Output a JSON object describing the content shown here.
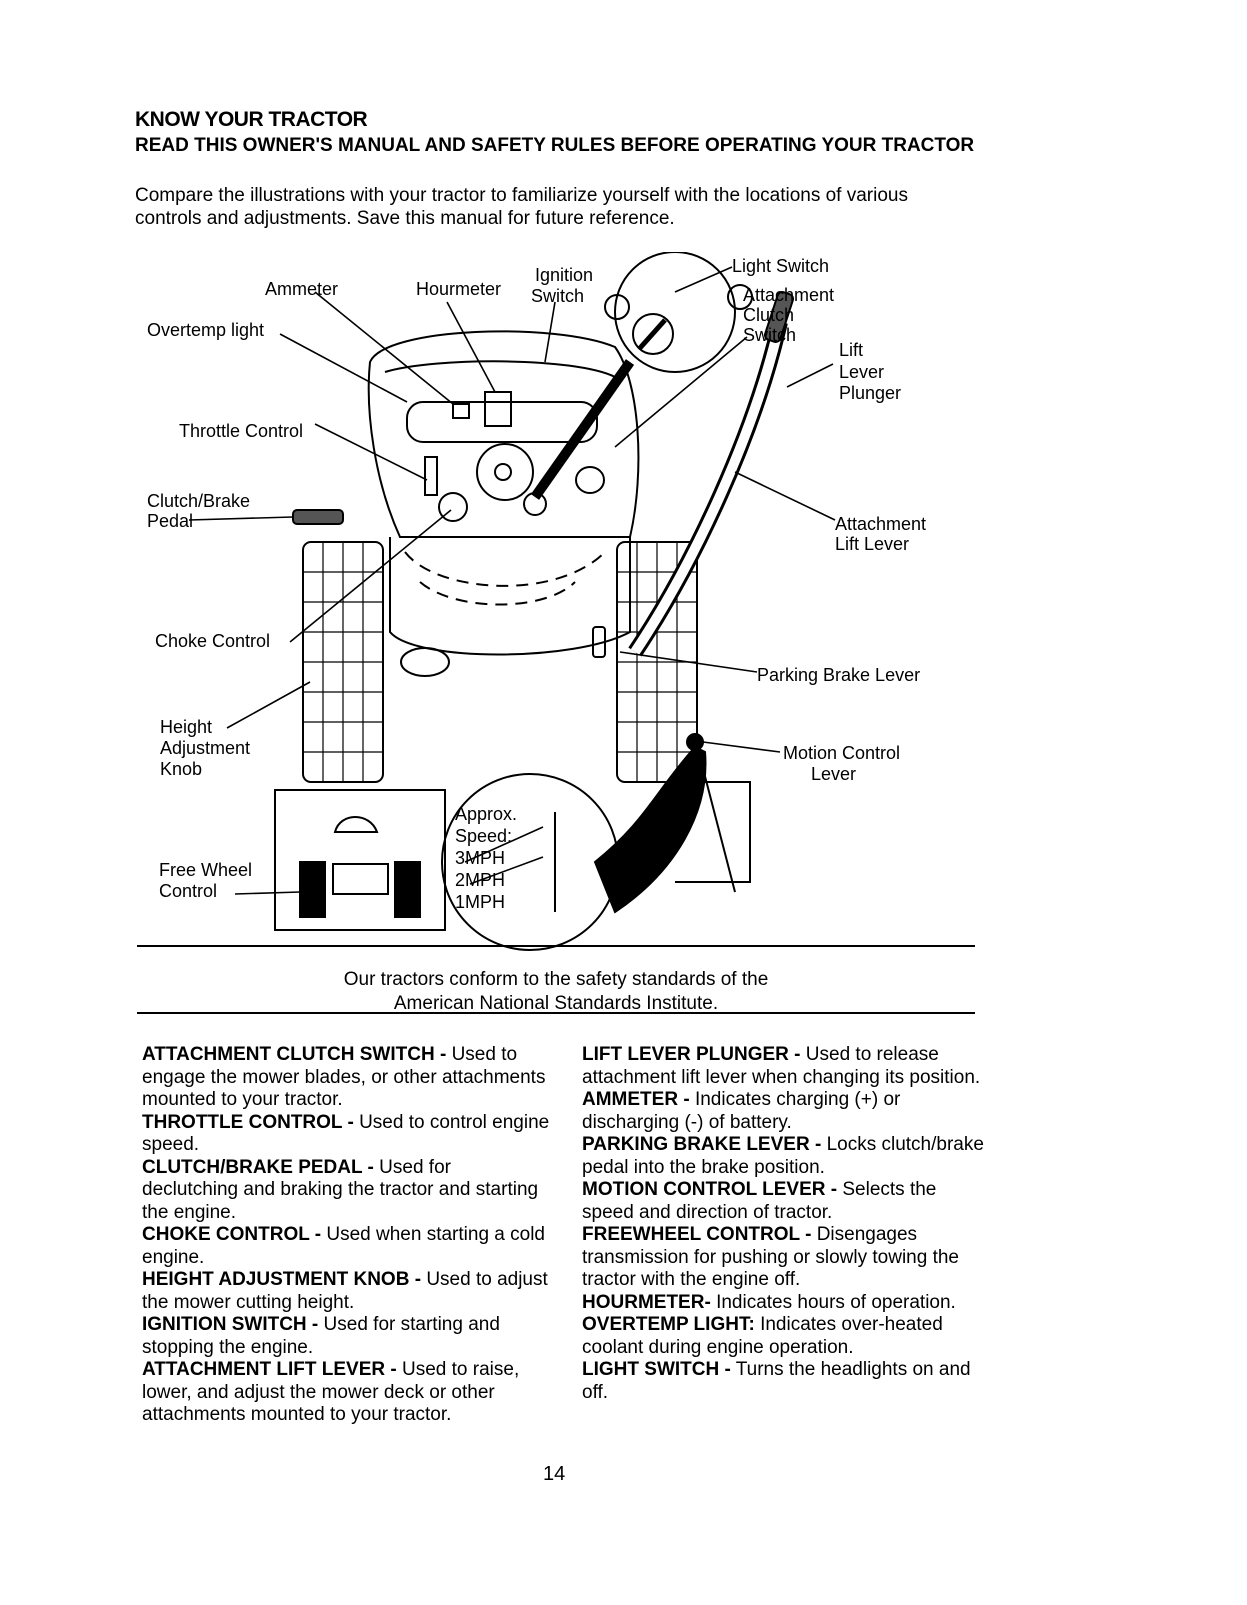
{
  "header": {
    "title": "KNOW YOUR TRACTOR",
    "subtitle": "READ THIS OWNER'S MANUAL AND SAFETY RULES BEFORE OPERATING YOUR TRACTOR",
    "intro": "Compare the illustrations with your tractor to familiarize yourself with the locations of various controls and adjustments.  Save this manual for future reference."
  },
  "figure": {
    "labels": {
      "ammeter": "Ammeter",
      "hourmeter": "Hourmeter",
      "ignition_1": "Ignition",
      "ignition_2": "Switch",
      "light_switch": "Light Switch",
      "attach_clutch_1": "Attachment",
      "attach_clutch_2": "Clutch",
      "attach_clutch_3": "Switch",
      "overtemp": "Overtemp light",
      "lift_plunger_1": "Lift",
      "lift_plunger_2": "Lever",
      "lift_plunger_3": "Plunger",
      "throttle": "Throttle Control",
      "clutch_brake_1": "Clutch/Brake",
      "clutch_brake_2": "Pedal",
      "attach_lift_1": "Attachment",
      "attach_lift_2": "Lift Lever",
      "choke": "Choke Control",
      "parking_brake": "Parking Brake Lever",
      "height_1": "Height",
      "height_2": "Adjustment",
      "height_3": "Knob",
      "motion_1": "Motion Control",
      "motion_2": "Lever",
      "free_wheel_1": "Free Wheel",
      "free_wheel_2": "Control",
      "approx": "Approx.",
      "speed": "Speed:",
      "mph3": "3MPH",
      "mph2": "2MPH",
      "mph1": "1MPH"
    }
  },
  "conformance": {
    "line1": "Our tractors conform to the safety standards of the",
    "line2": "American National Standards Institute."
  },
  "definitions_left": [
    {
      "term": "ATTACHMENT CLUTCH SWITCH -",
      "text": "Used to engage the mower blades, or other attachments mounted to your tractor."
    },
    {
      "term": "THROTTLE CONTROL -",
      "text": "Used to control engine speed."
    },
    {
      "term": "CLUTCH/BRAKE PEDAL -",
      "text": "Used for declutching and braking the tractor and starting the engine."
    },
    {
      "term": "CHOKE CONTROL -",
      "text": "Used when starting a cold engine."
    },
    {
      "term": "HEIGHT ADJUSTMENT KNOB -",
      "text": "Used to adjust the mower cutting height."
    },
    {
      "term": "IGNITION SWITCH -",
      "text": "Used for starting and stopping the engine."
    },
    {
      "term": "ATTACHMENT LIFT LEVER -",
      "text": "Used to raise, lower, and adjust the mower deck or other attachments mounted to your tractor."
    }
  ],
  "definitions_right": [
    {
      "term": "LIFT LEVER PLUNGER -",
      "text": "Used to release attachment lift lever when changing its position."
    },
    {
      "term": "AMMETER -",
      "text": "Indicates charging (+) or discharging (-) of battery."
    },
    {
      "term": "PARKING BRAKE LEVER -",
      "text": "Locks clutch/brake pedal into the brake position."
    },
    {
      "term": "MOTION CONTROL LEVER -",
      "text": "Selects the speed and direction of tractor."
    },
    {
      "term": "FREEWHEEL CONTROL -",
      "text": "Disengages transmission for pushing or slowly towing the tractor with the engine off."
    },
    {
      "term": "HOURMETER-",
      "text": "Indicates hours of operation."
    },
    {
      "term": "OVERTEMP LIGHT:",
      "text": "Indicates over-heated coolant during engine operation."
    },
    {
      "term": "LIGHT SWITCH -",
      "text": "Turns the headlights on and off."
    }
  ],
  "page_number": "14"
}
